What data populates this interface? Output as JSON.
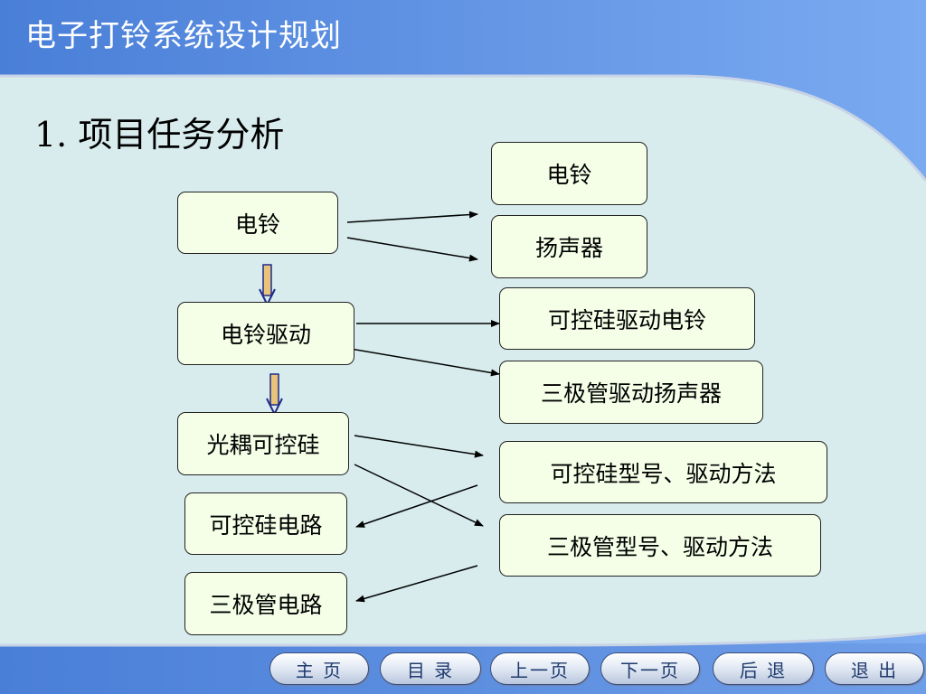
{
  "title": "电子打铃系统设计规划",
  "subtitle": "1. 项目任务分析",
  "diagram": {
    "left_boxes": {
      "bell": "电铃",
      "bell_drive": "电铃驱动",
      "optocoupler": "光耦可控硅",
      "scr_circuit": "可控硅电路",
      "transistor_circuit": "三极管电路"
    },
    "right_boxes": {
      "bell": "电铃",
      "speaker": "扬声器",
      "scr_drive_bell": "可控硅驱动电铃",
      "transistor_drive_speaker": "三极管驱动扬声器",
      "scr_model": "可控硅型号、驱动方法",
      "transistor_model": "三极管型号、驱动方法"
    }
  },
  "nav": [
    "主 页",
    "目 录",
    "上一页",
    "下一页",
    "后 退",
    "退 出"
  ],
  "colors": {
    "header": "#5b8fe0",
    "panel": "#d8ecee",
    "box_fill": "#f5ffe8",
    "nav_text": "#1e3a6e"
  }
}
